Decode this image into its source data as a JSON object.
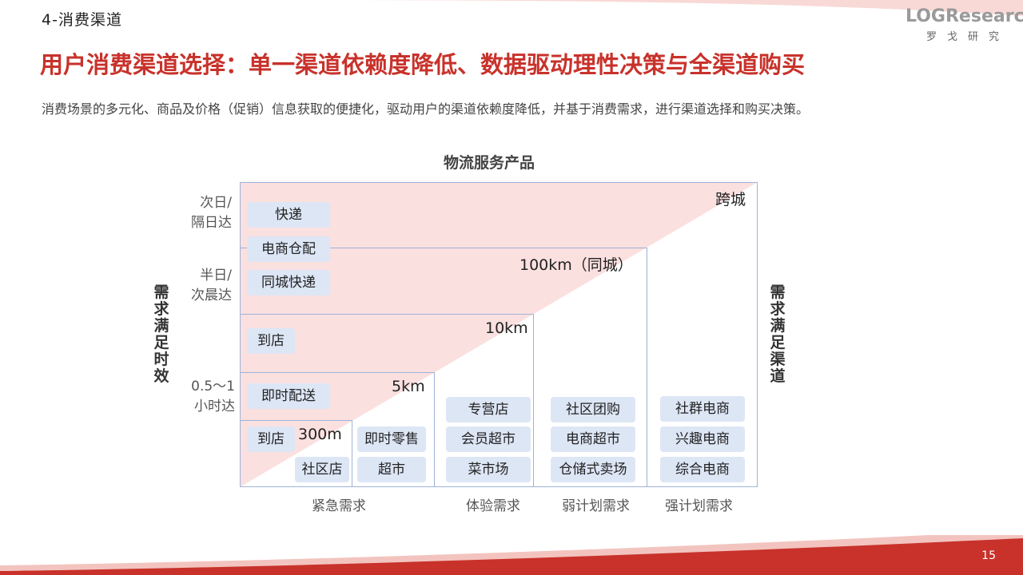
{
  "header": {
    "section": "4-消费渠道",
    "logo_text": "LOGResearch",
    "logo_sub": "罗戈研究"
  },
  "headline": "用户消费渠道选择：单一渠道依赖度降低、数据驱动理性决策与全渠道购买",
  "subtitle": "消费场景的多元化、商品及价格（促销）信息获取的便捷化，驱动用户的渠道依赖度降低，并基于消费需求，进行渠道选择和购买决策。",
  "diagram": {
    "title": "物流服务产品",
    "left_axis_title": "需求满足时效",
    "right_axis_title": "需求满足渠道",
    "left_ticks": [
      "次日/\n隔日达",
      "半日/\n次晨达",
      "0.5～1\n小时达"
    ],
    "bottom_ticks": [
      "紧急需求",
      "体验需求",
      "弱计划需求",
      "强计划需求"
    ],
    "zones": [
      "跨城",
      "100km（同城）",
      "10km",
      "5km",
      "300m"
    ],
    "tags": {
      "kuaidi": "快递",
      "dianshang_cangpei": "电商仓配",
      "tongcheng_kuaidi": "同城快递",
      "daodian_1": "到店",
      "jishi_peisong": "即时配送",
      "daodian_2": "到店",
      "shequ_dian": "社区店",
      "jishi_lingshou": "即时零售",
      "chaoshi": "超市",
      "zhuanying_dian": "专营店",
      "huiyuan_chaoshi": "会员超市",
      "caishichang": "菜市场",
      "shequ_tuangou": "社区团购",
      "dianshang_chaoshi": "电商超市",
      "cangchu_maichang": "仓储式卖场",
      "shequn_dianshang": "社群电商",
      "xingqu_dianshang": "兴趣电商",
      "zonghe_dianshang": "综合电商"
    }
  },
  "page_number": "15",
  "colors": {
    "accent": "#c8322b",
    "frame": "#9fb3d6",
    "tag_bg": "#dde6f5",
    "triangle": "#fbe0e0"
  }
}
